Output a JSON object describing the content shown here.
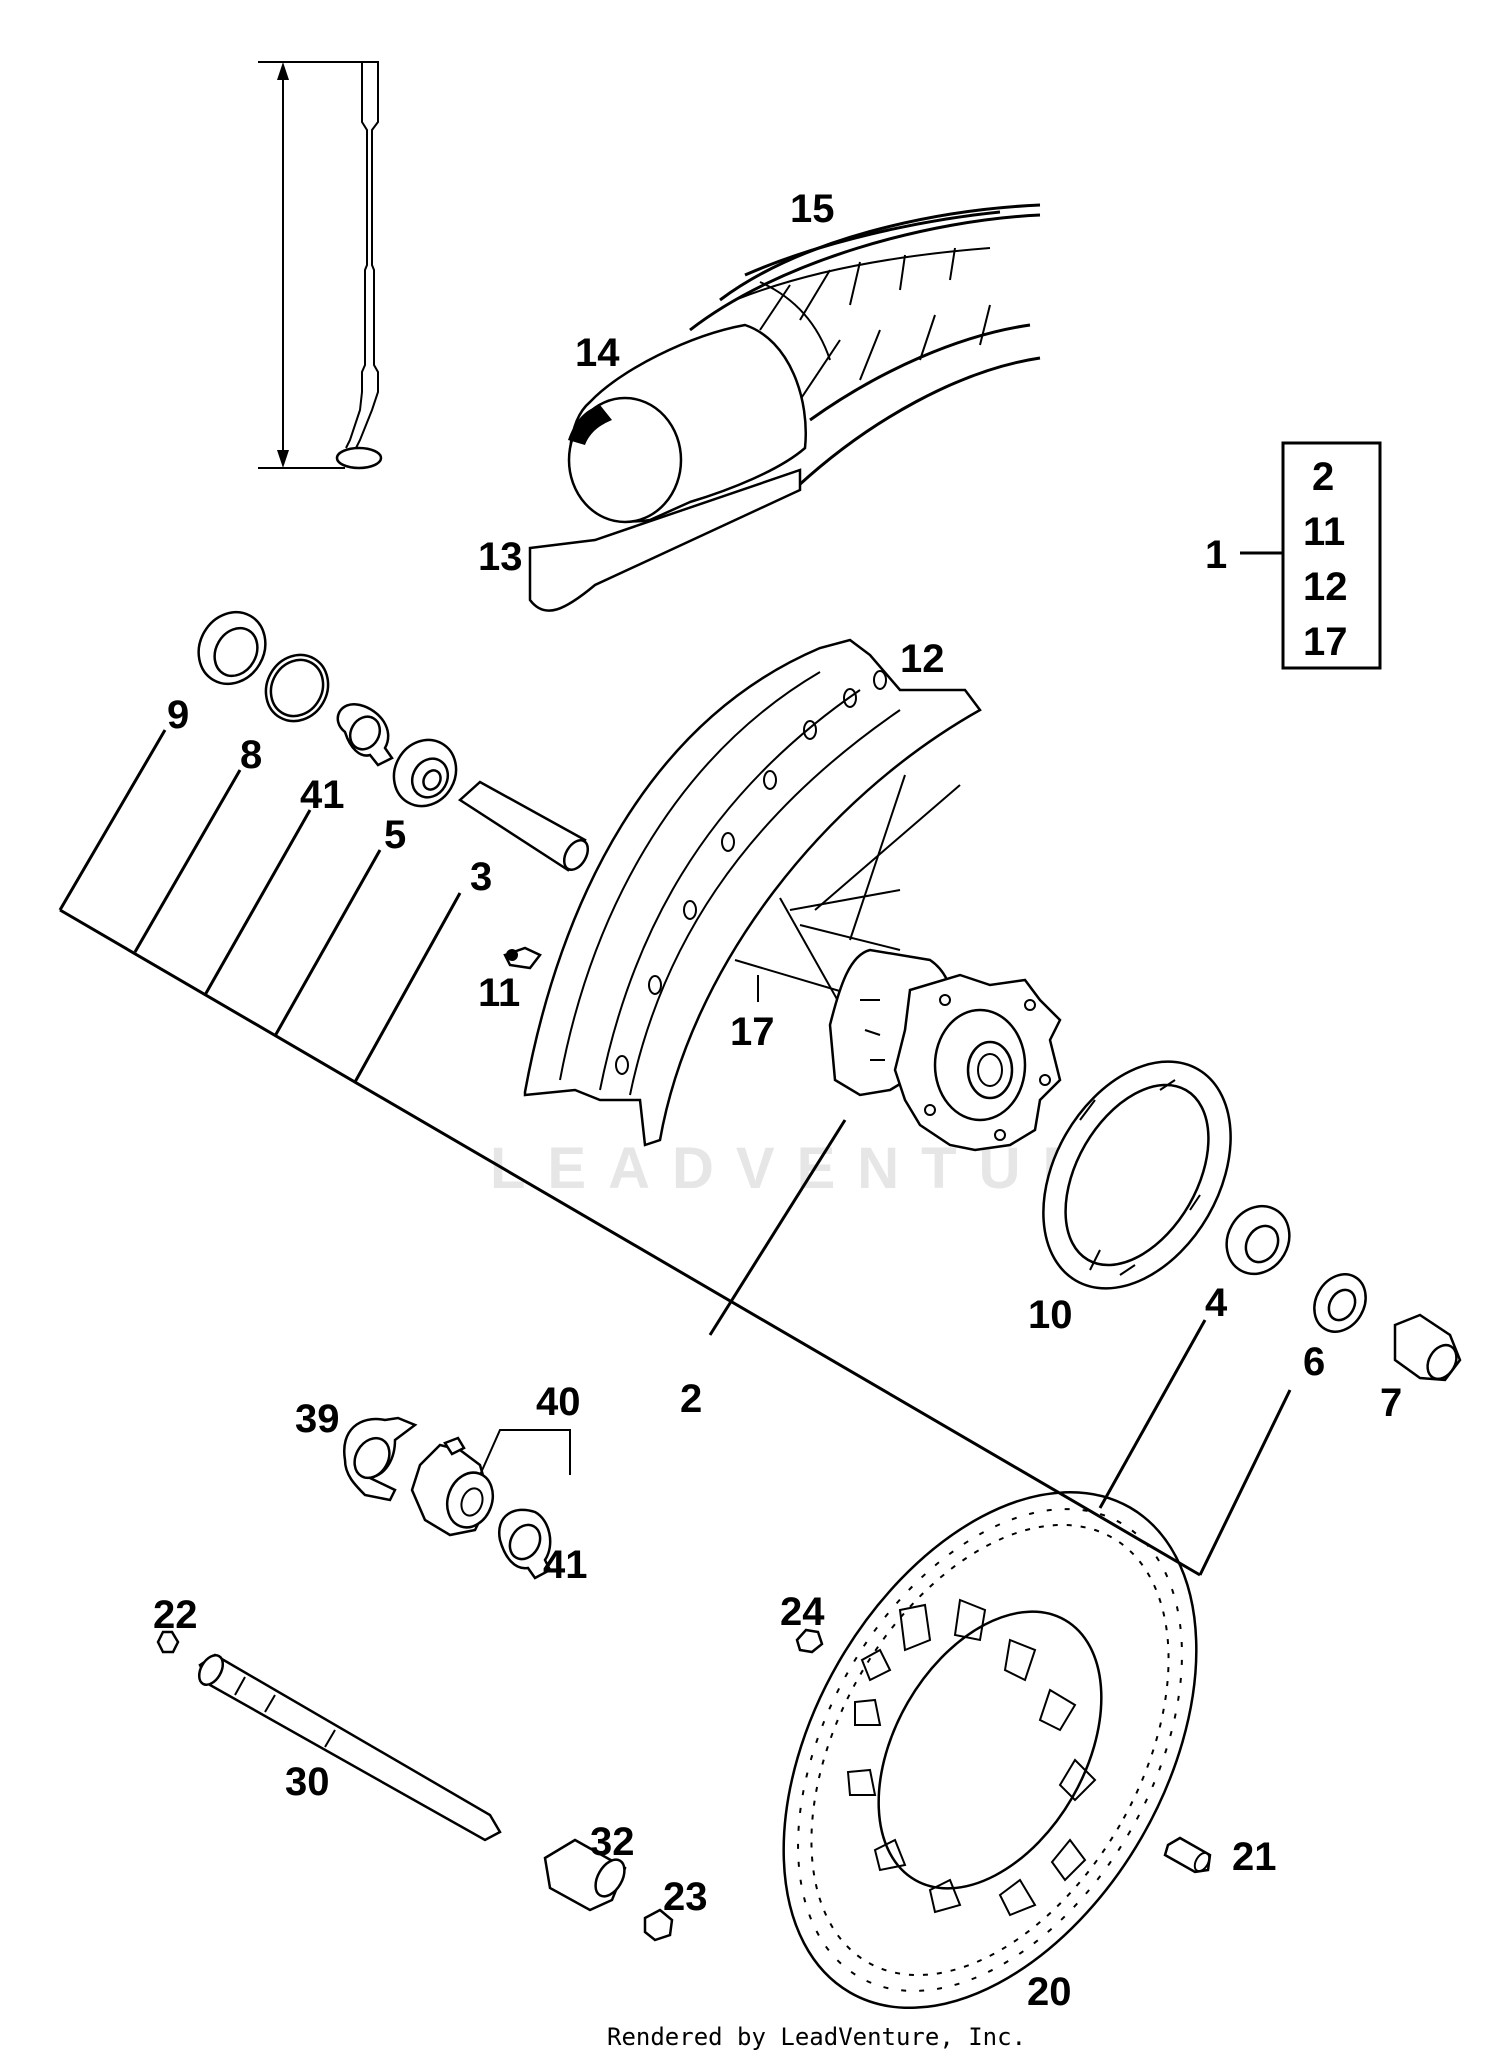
{
  "diagram": {
    "kit_number": "1",
    "kit_contents": [
      "2",
      "11",
      "12",
      "17"
    ],
    "labels": {
      "rim": "12",
      "hub": "2",
      "spoke_nipple": "11",
      "spokes": "17",
      "rim_band": "13",
      "tube": "14",
      "tire": "15",
      "spacer": "3",
      "bearing_left": "5",
      "circlip_left": "41",
      "o_ring": "8",
      "seal_left": "9",
      "disc_ring": "10",
      "bearing_right": "4",
      "seal_right": "6",
      "bushing": "7",
      "speedo_ring": "39",
      "speedo_drive": "40",
      "circlip_drive": "41",
      "axle_nut": "22",
      "axle": "30",
      "spacer_sleeve": "32",
      "nut_23": "23",
      "disc_nut": "24",
      "brake_disc": "20",
      "disc_bolt": "21"
    },
    "watermark": "LEADVENTURE",
    "footer": "Rendered by LeadVenture, Inc."
  }
}
